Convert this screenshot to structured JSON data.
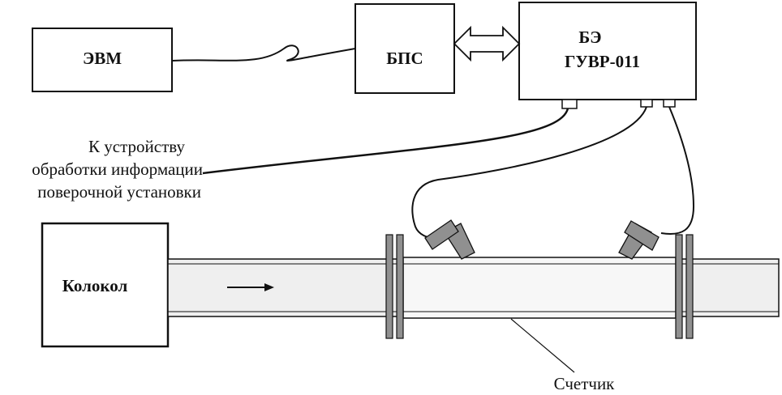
{
  "blocks": {
    "evm": "ЭВМ",
    "bps": "БПС",
    "be_line1": "БЭ",
    "be_line2": "ГУВР-011",
    "bell": "Колокол"
  },
  "note": {
    "line1": "К устройству",
    "line2": "обработки информации",
    "line3": "поверочной установки"
  },
  "meter_label": "Счетчик",
  "colors": {
    "line": "#111111",
    "pipe_fill": "#efefef",
    "flange_fill": "#909090"
  }
}
